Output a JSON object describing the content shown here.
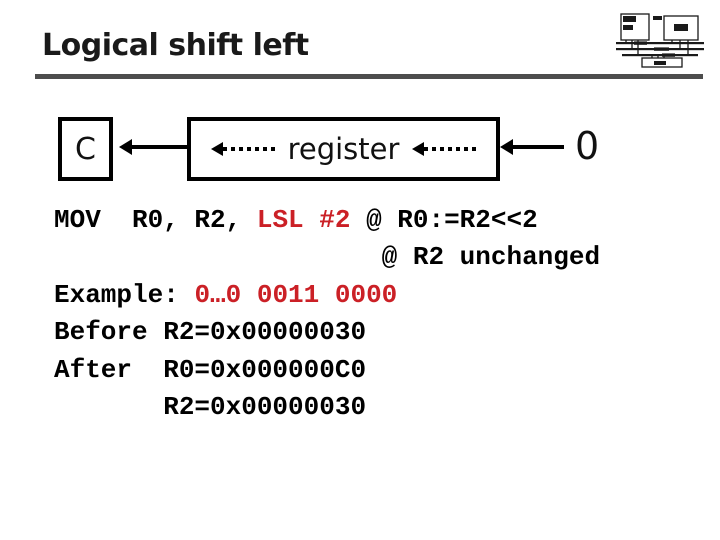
{
  "slide": {
    "title": "Logical shift left",
    "colors": {
      "title": "#1a1a1a",
      "rule": "#4d4d4d",
      "text": "#000000",
      "highlight_red": "#cb2026",
      "background": "#ffffff"
    }
  },
  "logo": {
    "name": "processor-bus-block-diagram"
  },
  "diagram": {
    "carry_label": "C",
    "register_label": "register",
    "shift_in_label": "0"
  },
  "code": {
    "lines": [
      {
        "parts": [
          {
            "t": "MOV  R0, R2, "
          },
          {
            "t": "LSL #2"
          },
          {
            "t": " @ R0:=R2<<2"
          }
        ]
      },
      {
        "parts": [
          {
            "t": "                     @ R2 unchanged"
          }
        ]
      },
      {
        "parts": [
          {
            "t": "Example: "
          },
          {
            "t": "0…0 0011 0000"
          }
        ]
      },
      {
        "parts": [
          {
            "t": "Before R2=0x00000030"
          }
        ]
      },
      {
        "parts": [
          {
            "t": "After  R0=0x000000C0"
          }
        ]
      },
      {
        "parts": [
          {
            "t": "       R2=0x00000030"
          }
        ]
      }
    ]
  }
}
